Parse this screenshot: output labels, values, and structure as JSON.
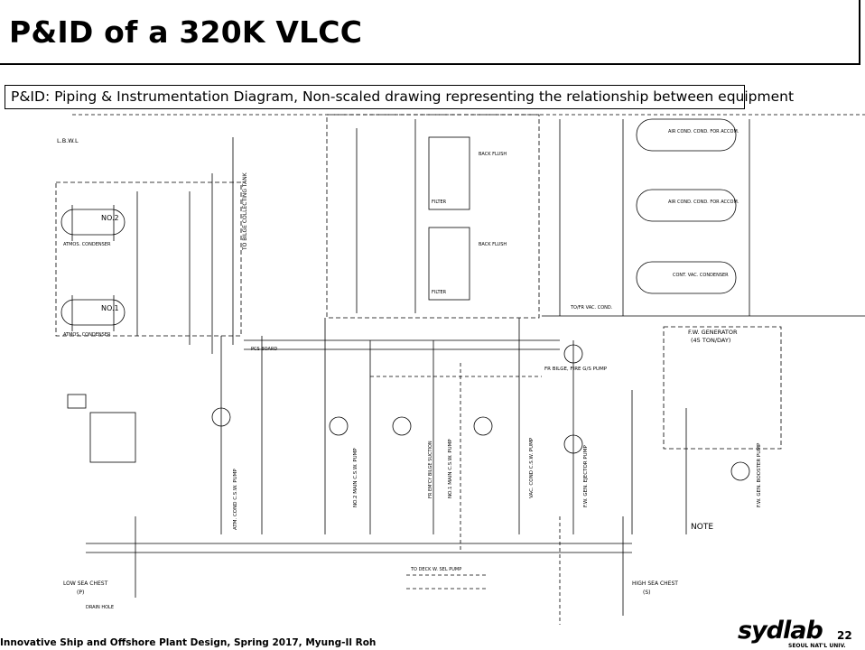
{
  "slide": {
    "title": "P&ID of a 320K VLCC",
    "subtitle": "P&ID: Piping & Instrumentation Diagram, Non-scaled drawing representing the relationship between equipment",
    "footer": "Innovative Ship and Offshore Plant Design, Spring 2017, Myung-Il Roh",
    "logo": "sydlab",
    "logo_sub": "SEOUL NAT'L UNIV.",
    "page_number": "22"
  },
  "diagram": {
    "labels": {
      "lbwl": "L.B.W.L",
      "no2": "NO.2",
      "no1": "NO.1",
      "ste_cond_2": "ATMOS. CONDENSER",
      "ste_cond_1": "ATMOS. CONDENSER",
      "to_bilge": "TO BILGE COLLECTING TANK",
      "acc_1": "AIR COND. COND. FOR ACCOM.",
      "acc_2": "AIR COND. COND. FOR ACCOM.",
      "cont_cond": "CONT. VAC. CONDENSER",
      "to_vac": "TO/FR VAC. COND.",
      "fw_gen": "F.W. GENERATOR",
      "fw_gen_cap": "(45 TON/DAY)",
      "bilge_pump": "FR BILGE, FIRE G/S PUMP",
      "atm_pump": "ATM. COND C.S.W. PUMP",
      "main_csw2": "NO.2 MAIN C.S.W. PUMP",
      "main_csw1": "NO.1 MAIN C.S.W. PUMP",
      "vac_pump": "VAC. COND C.S.W. PUMP",
      "ejector_pump": "F.W. GEN. EJECTOR PUMP",
      "booster_pump": "F.W. GEN. BOOSTER PUMP",
      "low_sea": "LOW SEA CHEST",
      "low_sea_side": "(P)",
      "high_sea": "HIGH SEA CHEST",
      "high_sea_side": "(S)",
      "note_title": "NOTE",
      "back_flush_1": "BACK FLUSH",
      "back_flush_2": "BACK FLUSH",
      "filter_1": "FILTER",
      "filter_2": "FILTER",
      "fr_emer": "FR EM'CY BILGE SUCTION",
      "pcs_brd": "PCS BOARD",
      "to_deck_fw": "TO DECK W. SEL PUMP",
      "drain_hole": "DRAIN HOLE"
    }
  }
}
